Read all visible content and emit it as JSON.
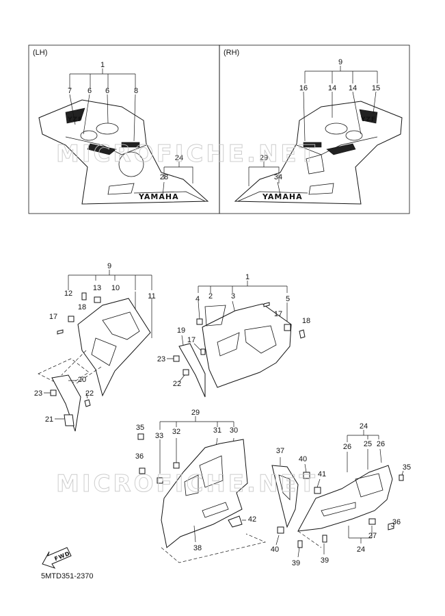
{
  "panels": {
    "left": {
      "header": "(LH)",
      "brand": "YAMAHA",
      "model_badge": "YZF",
      "labels": {
        "l1": "1",
        "l7": "7",
        "l6a": "6",
        "l6b": "6",
        "l8": "8",
        "l24": "24",
        "l28": "28"
      }
    },
    "right": {
      "header": "(RH)",
      "brand": "YAMAHA",
      "model_badge": "YZF",
      "labels": {
        "l9": "9",
        "l16": "16",
        "l14a": "14",
        "l14b": "14",
        "l15": "15",
        "l29": "29",
        "l34": "34"
      }
    }
  },
  "watermark": "MICROFICHE.NET",
  "callouts": {
    "upper_left": {
      "c9": "9",
      "c12": "12",
      "c13": "13",
      "c10": "10",
      "c11": "11",
      "c18": "18",
      "c17": "17",
      "c20": "20",
      "c23": "23",
      "c22": "22",
      "c21": "21"
    },
    "upper_right": {
      "c1": "1",
      "c4": "4",
      "c2": "2",
      "c3": "3",
      "c5": "5",
      "c17": "17",
      "c18": "18",
      "c19": "19",
      "c17b": "17",
      "c23": "23",
      "c22": "22"
    },
    "lower_left": {
      "c29": "29",
      "c35": "35",
      "c33": "33",
      "c32": "32",
      "c31": "31",
      "c30": "30",
      "c36": "36",
      "c42": "42",
      "c38": "38"
    },
    "lower_right": {
      "c24": "24",
      "c37": "37",
      "c40": "40",
      "c41": "41",
      "c26a": "26",
      "c25": "25",
      "c26b": "26",
      "c35": "35",
      "c27": "27",
      "c36": "36",
      "c40b": "40",
      "c39a": "39",
      "c39b": "39",
      "c24b": "24"
    }
  },
  "fwd_label": "FWD",
  "diagram_code": "5MTD351-2370"
}
